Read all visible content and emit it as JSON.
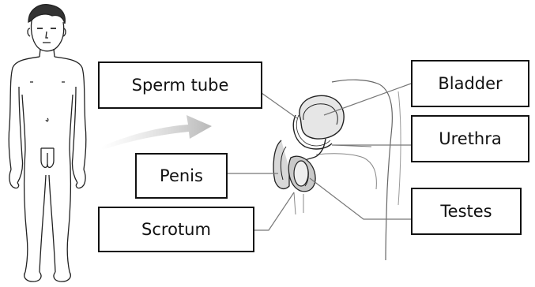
{
  "labels": {
    "sperm_tube": "Sperm tube",
    "bladder": "Bladder",
    "urethra": "Urethra",
    "penis": "Penis",
    "scrotum": "Scrotum",
    "testes": "Testes"
  },
  "colors": {
    "outline": "#111111",
    "leader_line": "#777777",
    "arrow": "#cfcfcf",
    "organ_fill": "#e6e6e6",
    "shade_fill": "#c9c9c9"
  },
  "icons": {
    "figure": "human-figure-icon",
    "arrow": "zoom-arrow-icon",
    "anatomy": "male-reproductive-system-icon"
  }
}
